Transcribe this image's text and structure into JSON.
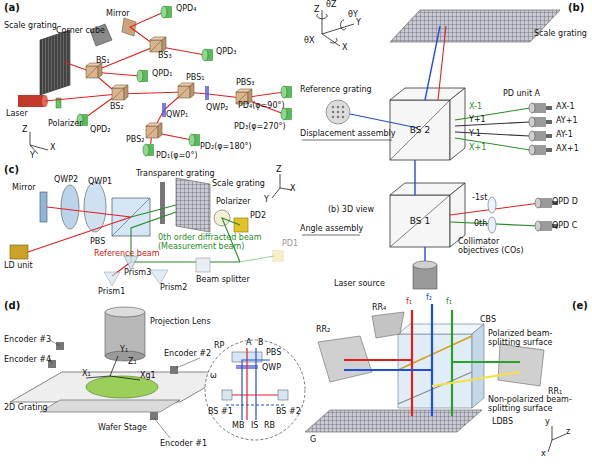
{
  "diagram": {
    "nodes": [
      {
        "text": [
          "BS 2"
        ]
      },
      {
        "text": [
          "BS 1"
        ]
      }
    ],
    "edges": [
      {
        "from": 1,
        "to": 0,
        "arrow": "none"
      }
    ],
    "labels": [
      "(a)",
      "QPD₄",
      "Mirror",
      "Corner cube",
      "BS₃",
      "QPD₃",
      "BS₁",
      "QPD₁",
      "Scale grating",
      "BS₂",
      "PBS₁",
      "QWP₂",
      "PBS₃",
      "PD₄(φ=90°)",
      "Laser",
      "Polarizer",
      "QPD₂",
      "QWP₁",
      "PD₃(φ=270°)",
      "PBS₂",
      "PD₂(φ=180°)",
      "PD₁(φ=0°)",
      "Z",
      "X",
      "Y",
      "(b)",
      "θZ",
      "Z",
      "θY",
      "θX",
      "Y",
      "X",
      "Scale grating",
      "Reference grating",
      "Displacement assembly",
      "PD unit A",
      "X-1",
      "Y+1",
      "Y-1",
      "X+1",
      "AX-1",
      "AY+1",
      "AY-1",
      "AX+1",
      "Angle assembly",
      "-1st",
      "0th",
      "QPD D",
      "QPD C",
      "Collimator objectives (COs)",
      "Laser source",
      "(b) 3D view",
      "(c)",
      "Z",
      "X",
      "Y",
      "Transparent grating",
      "Scale grating",
      "Mirror",
      "QWP2",
      "QWP1",
      "Polarizer",
      "PD2",
      "0th order diffracted beam (Measurement beam)",
      "PD1",
      "LD unit",
      "PBS",
      "Reference beam",
      "Prism3",
      "Prism2",
      "Prism1",
      "Beam splitter",
      "(d)",
      "Encoder #3",
      "Encoder #4",
      "Projection Lens",
      "Encoder #2",
      "Y₁",
      "X₁",
      "Z₁",
      "Xg1",
      "2D Grating",
      "Wafer Stage",
      "Encoder #1",
      "RP",
      "A",
      "B",
      "PBS",
      "QWP",
      "ω",
      "BS #1",
      "BS #2",
      "MB",
      "IS",
      "RB",
      "(e)",
      "f₁",
      "f₂",
      "f₁",
      "RR₄",
      "RR₂",
      "CBS",
      "Polarized beam-splitting surface",
      "RR₁",
      "Non-polarized beam-splitting surface",
      "LDBS",
      "G",
      "y",
      "z",
      "x"
    ]
  }
}
